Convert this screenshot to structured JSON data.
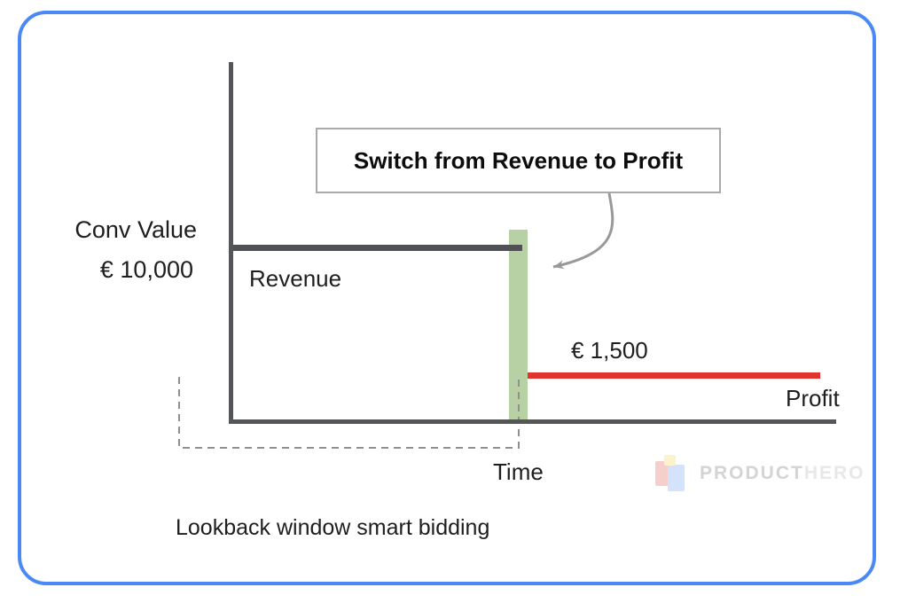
{
  "colors": {
    "frame": "#4a89f5",
    "axis": "#55565a",
    "revenue_line": "#4f5155",
    "profit_line": "#e0352f",
    "switch_bar": "#b7d1a5",
    "dashed": "#909090",
    "arrow": "#999999",
    "logo_red": "#f5cfcb",
    "logo_blue": "#d4e3fb",
    "logo_yellow": "#fcf3cd"
  },
  "callout": {
    "label": "Switch from Revenue to Profit"
  },
  "axes": {
    "y_label_line1": "Conv Value",
    "y_label_line2": "€ 10,000",
    "x_label": "Time"
  },
  "series": {
    "revenue_label": "Revenue",
    "profit_label": "Profit",
    "profit_value": "€ 1,500"
  },
  "annotations": {
    "lookback_label": "Lookback window smart bidding"
  },
  "watermark": {
    "product": "PRODUCT",
    "hero": "HERO"
  },
  "chart_data": {
    "type": "line",
    "title": "Switch from Revenue to Profit",
    "xlabel": "Time",
    "ylabel": "Conv Value",
    "series": [
      {
        "name": "Revenue",
        "value": 10000,
        "value_label": "€ 10,000",
        "period": "before switch",
        "color": "#4f5155"
      },
      {
        "name": "Profit",
        "value": 1500,
        "value_label": "€ 1,500",
        "period": "after switch",
        "color": "#e0352f"
      }
    ],
    "switch_marker": "green vertical bar at switch time",
    "annotations": [
      "Switch from Revenue to Profit",
      "Lookback window smart bidding"
    ]
  }
}
